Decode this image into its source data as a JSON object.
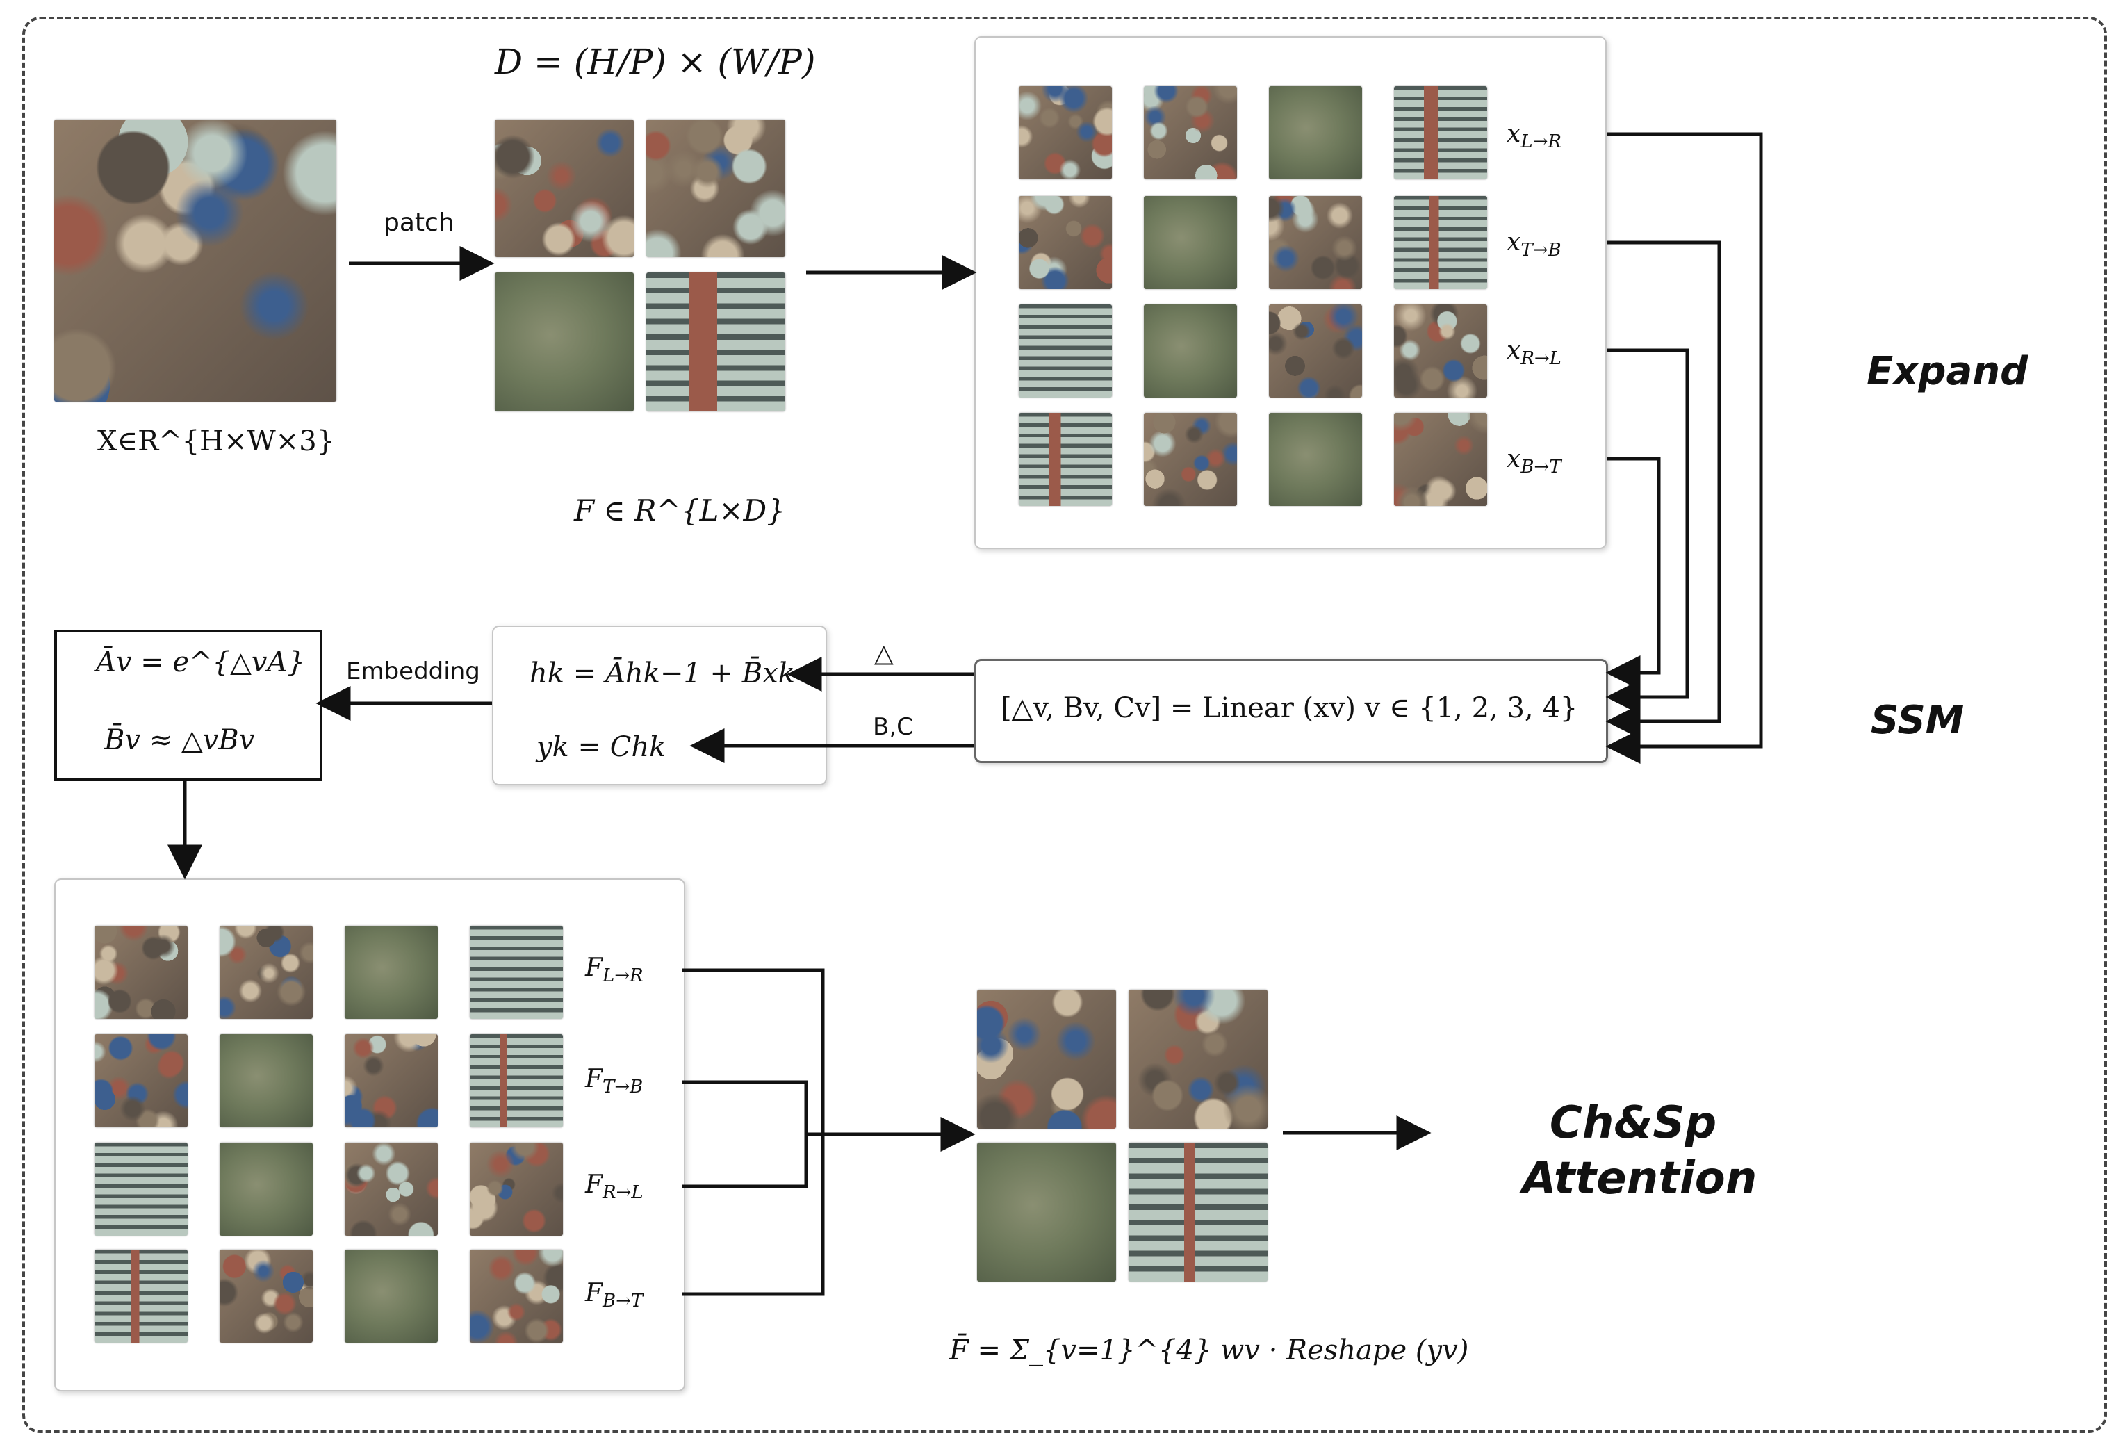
{
  "frame": {
    "style": "dashed",
    "color": "#444444"
  },
  "stages": {
    "expand": "Expand",
    "ssm": "SSM",
    "attention_line1": "Ch&Sp",
    "attention_line2": "Attention"
  },
  "labels": {
    "patch": "patch",
    "embedding": "Embedding",
    "delta": "△",
    "bc": "B,C"
  },
  "equations": {
    "input": "X∈R^{H×W×3}",
    "patch_dim": "D = (H/P) × (W/P)",
    "patch_feature": "F ∈ R^{L×D}",
    "linear": "[△v, Bv, Cv] = Linear (xv) v ∈ {1, 2, 3, 4}",
    "state_update": "hk = Āhk−1 + B̄xk",
    "output": "yk = Chk",
    "discrete_a": "Āv = e^{△vA}",
    "discrete_b": "B̄v ≈ △vBv",
    "fusion": "F̄ = Σ_{v=1}^{4} wv · Reshape (yv)"
  },
  "scan_inputs": [
    {
      "base": "x",
      "sub": "L→R"
    },
    {
      "base": "x",
      "sub": "T→B"
    },
    {
      "base": "x",
      "sub": "R→L"
    },
    {
      "base": "x",
      "sub": "B→T"
    }
  ],
  "scan_outputs": [
    {
      "base": "F",
      "sub": "L→R"
    },
    {
      "base": "F",
      "sub": "T→B"
    },
    {
      "base": "F",
      "sub": "R→L"
    },
    {
      "base": "F",
      "sub": "B→T"
    }
  ],
  "colors": {
    "line": "#111111",
    "panel_border": "#c6c6c6",
    "roof_red": "#9b5a4a",
    "roof_blue": "#3d5f8f",
    "vegetation": "#6f7a5c",
    "roof_light": "#b9c8bf"
  },
  "image_types": {
    "dense": "dense residential aerial patch",
    "field": "vegetation/field aerial patch",
    "rows": "industrial rows aerial patch"
  }
}
